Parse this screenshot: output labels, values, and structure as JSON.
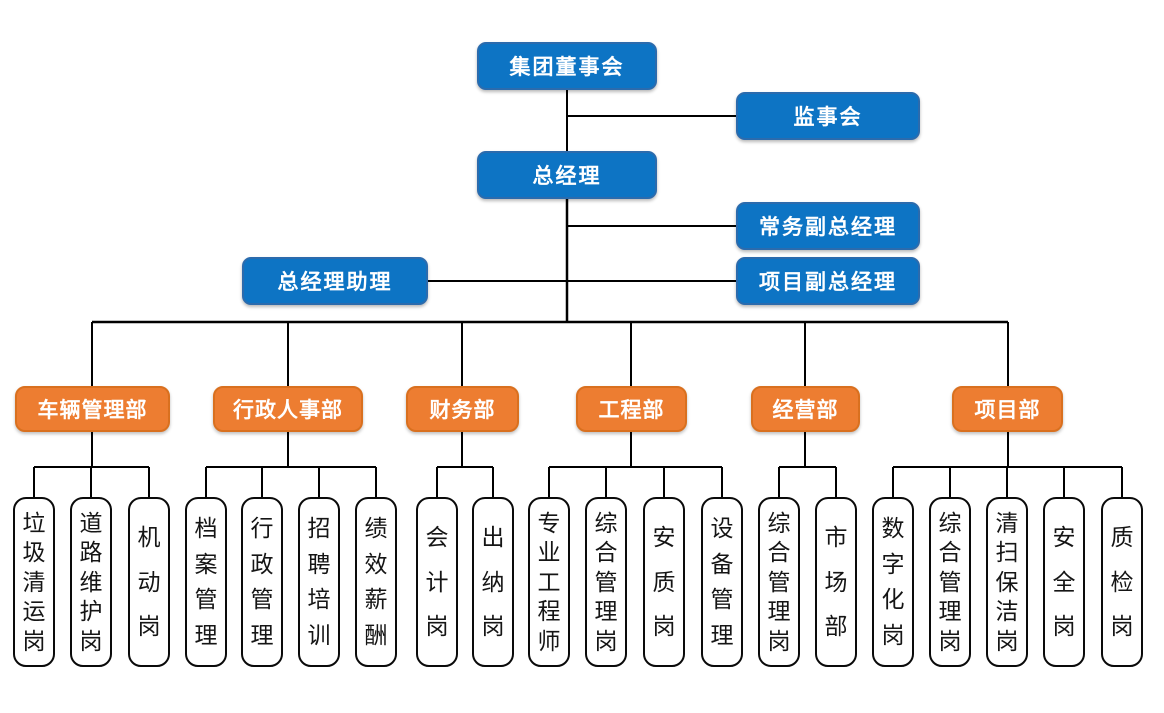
{
  "chart_title": "",
  "executives": {
    "board": "集团董事会",
    "supervisory_board": "监事会",
    "general_manager": "总经理",
    "executive_deputy_gm": "常务副总经理",
    "gm_assistant": "总经理助理",
    "project_deputy_gm": "项目副总经理"
  },
  "departments": [
    {
      "label": "车辆管理部",
      "positions": [
        "垃圾清运岗",
        "道路维护岗",
        "机动岗"
      ]
    },
    {
      "label": "行政人事部",
      "positions": [
        "档案管理",
        "行政管理",
        "招聘培训",
        "绩效薪酬"
      ]
    },
    {
      "label": "财务部",
      "positions": [
        "会计岗",
        "出纳岗"
      ]
    },
    {
      "label": "工程部",
      "positions": [
        "专业工程师",
        "综合管理岗",
        "安质岗",
        "设备管理"
      ]
    },
    {
      "label": "经营部",
      "positions": [
        "综合管理岗",
        "市场部"
      ]
    },
    {
      "label": "项目部",
      "positions": [
        "数字化岗",
        "综合管理岗",
        "清扫保洁岗",
        "安全岗",
        "质检岗"
      ]
    }
  ],
  "colors": {
    "executive_box": "#0D74C4",
    "executive_border": "#2B6BAD",
    "department_box": "#ED7D31",
    "department_border": "#D9701F",
    "connector": "#000000"
  }
}
